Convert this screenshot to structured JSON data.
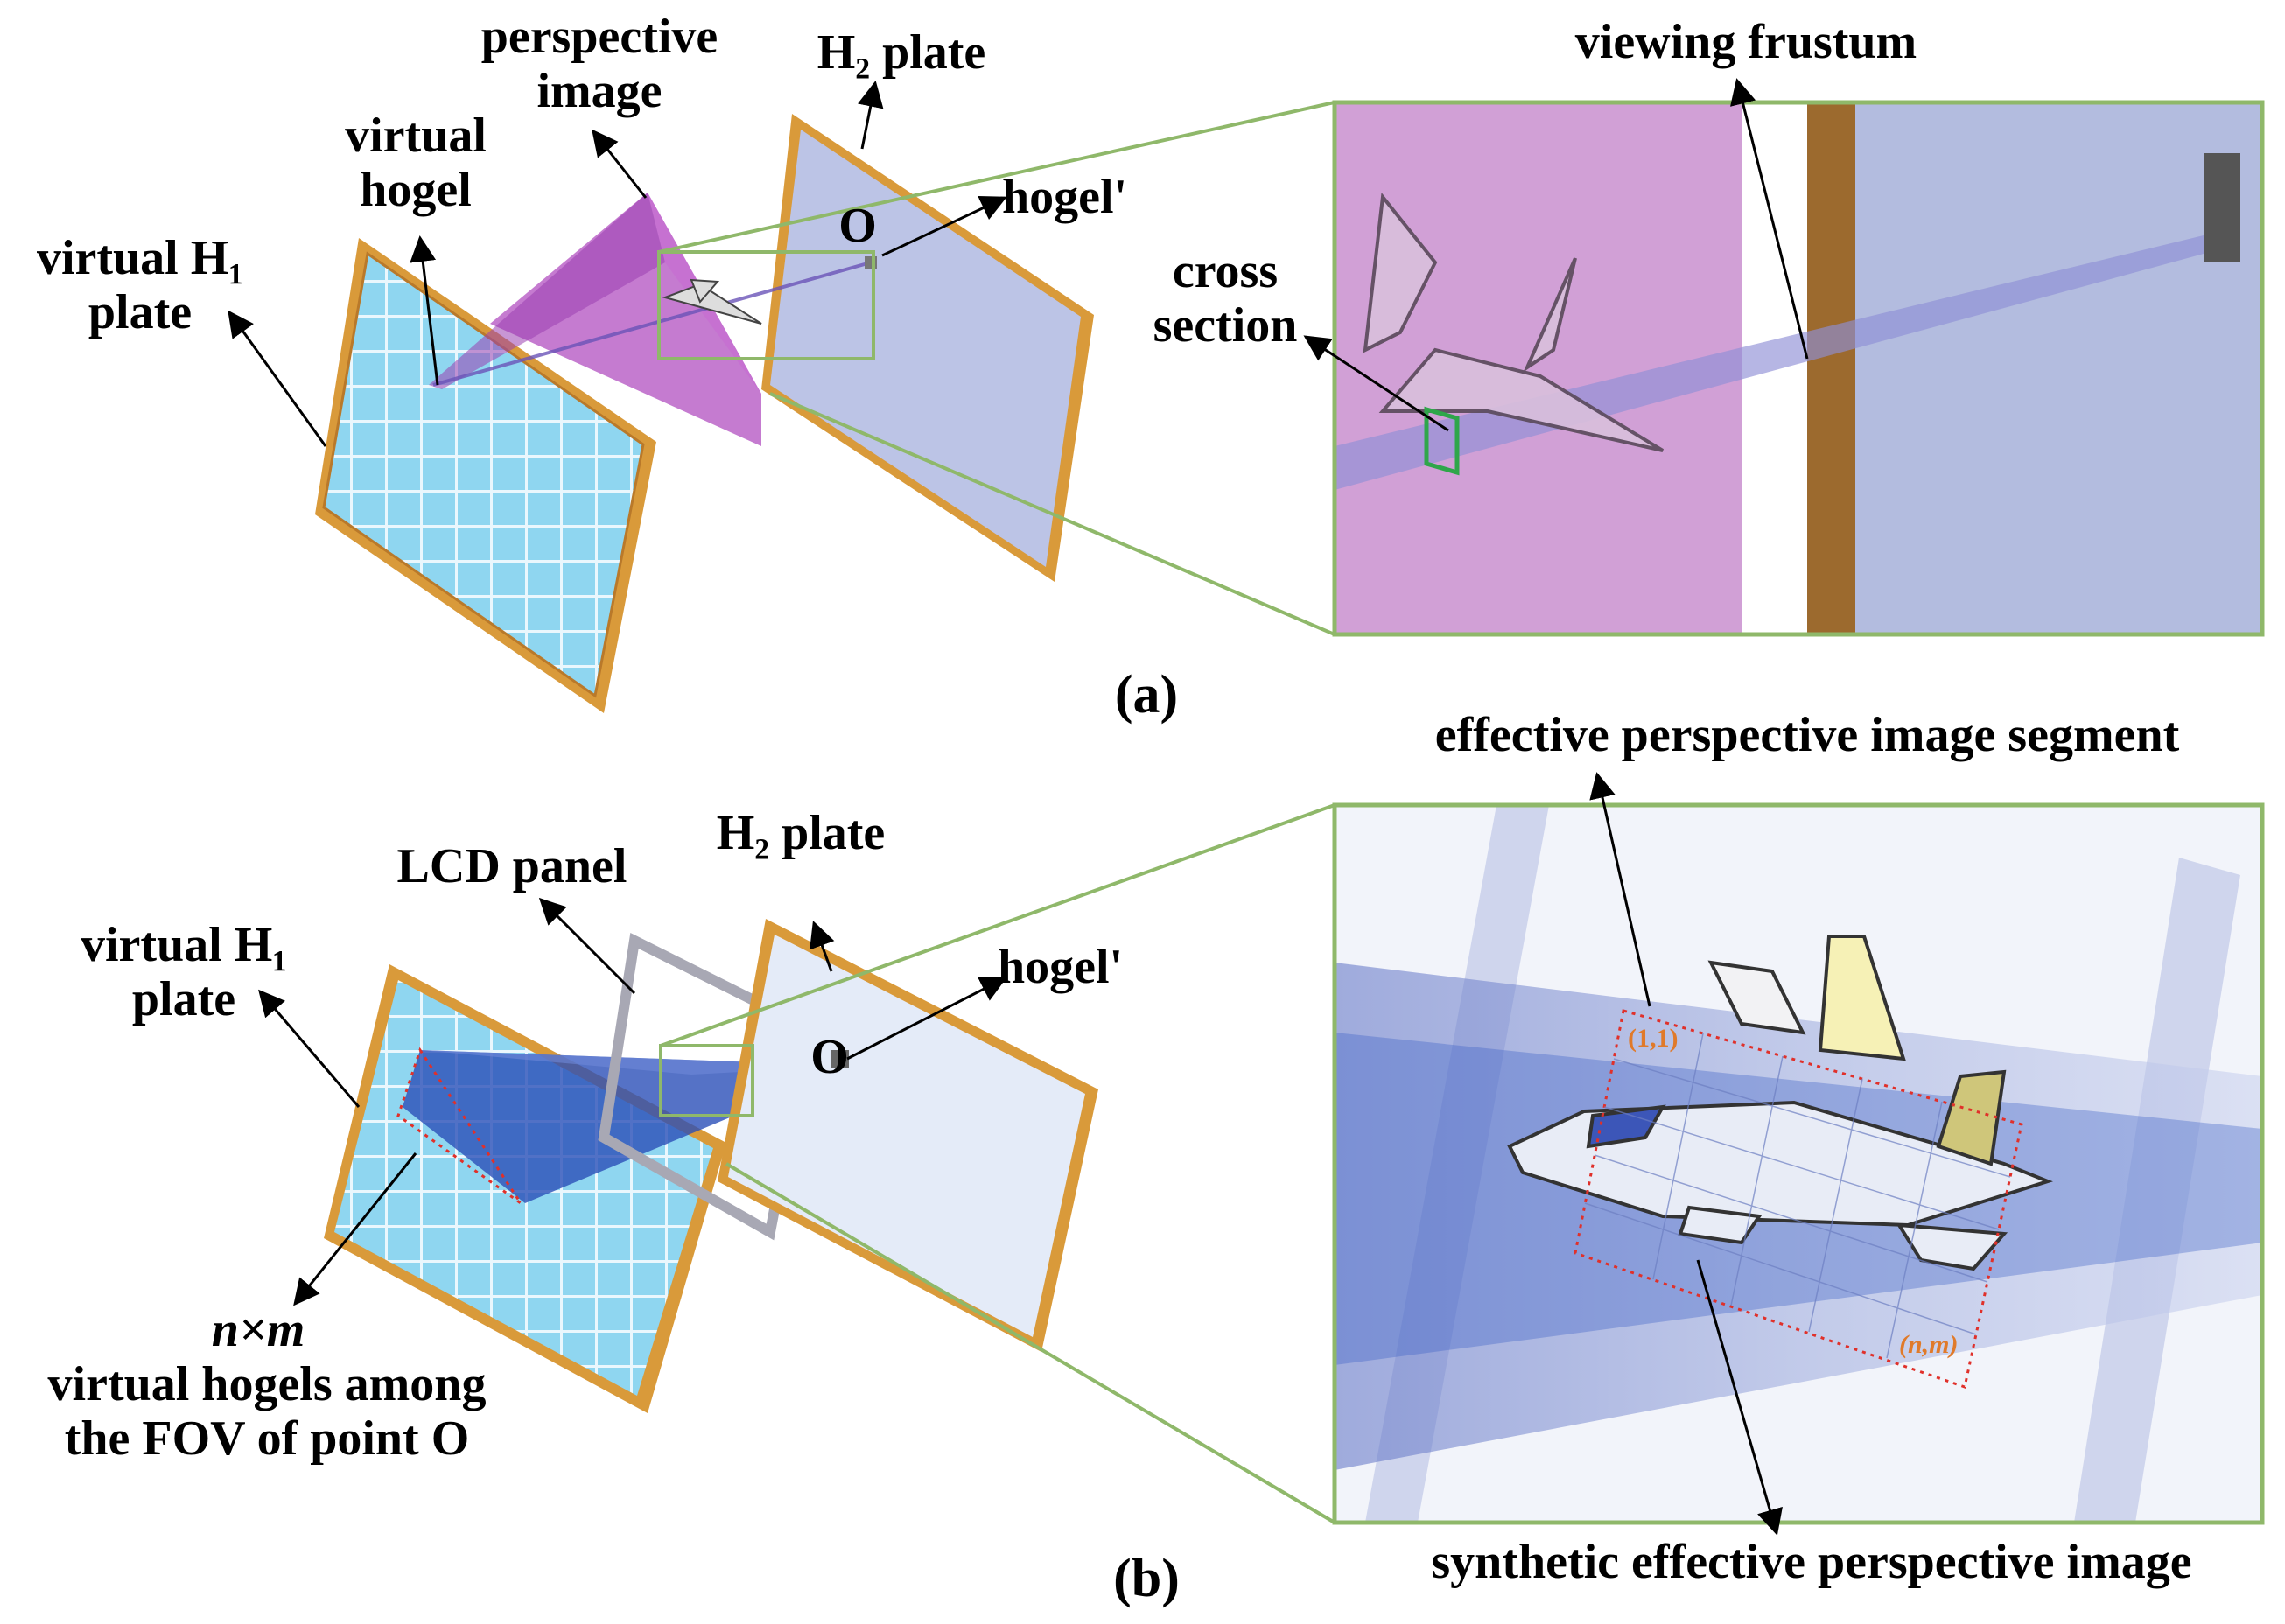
{
  "panel_a": {
    "label": "(a)",
    "perspective_image": [
      "perspective",
      "image"
    ],
    "h2_plate": "H₂ plate",
    "viewing_frustum": "viewing frustum",
    "virtual_hogel": [
      "virtual",
      "hogel"
    ],
    "virtual_h1_plate": [
      "virtual H₁",
      "plate"
    ],
    "point_o": "O",
    "hogel_prime": "hogel'",
    "cross_section": [
      "cross",
      "section"
    ]
  },
  "panel_b": {
    "label": "(b)",
    "effective_segment": "effective perspective image segment",
    "lcd_panel": "LCD panel",
    "h2_plate": "H₂ plate",
    "virtual_h1_plate": [
      "virtual H₁",
      "plate"
    ],
    "hogel_prime": "hogel'",
    "point_o": "O",
    "n_times_m": "n×m",
    "virtual_hogels_fov": [
      "virtual hogels among",
      "the FOV of point O"
    ],
    "synthetic_image": "synthetic effective perspective image",
    "corner_start": "(1,1)",
    "corner_end": "(n,m)"
  },
  "colors": {
    "frame_gold": "#d99a3a",
    "frame_gold_dark": "#b9792a",
    "grid_cyan": "#8ad4ee",
    "plate_lavender": "#bcc4e6",
    "frustum_magenta": "#b24fc0",
    "zoom_border": "#8fb86a",
    "ray_blue": "#2a4fb8",
    "dotted_red": "#e0302a"
  }
}
